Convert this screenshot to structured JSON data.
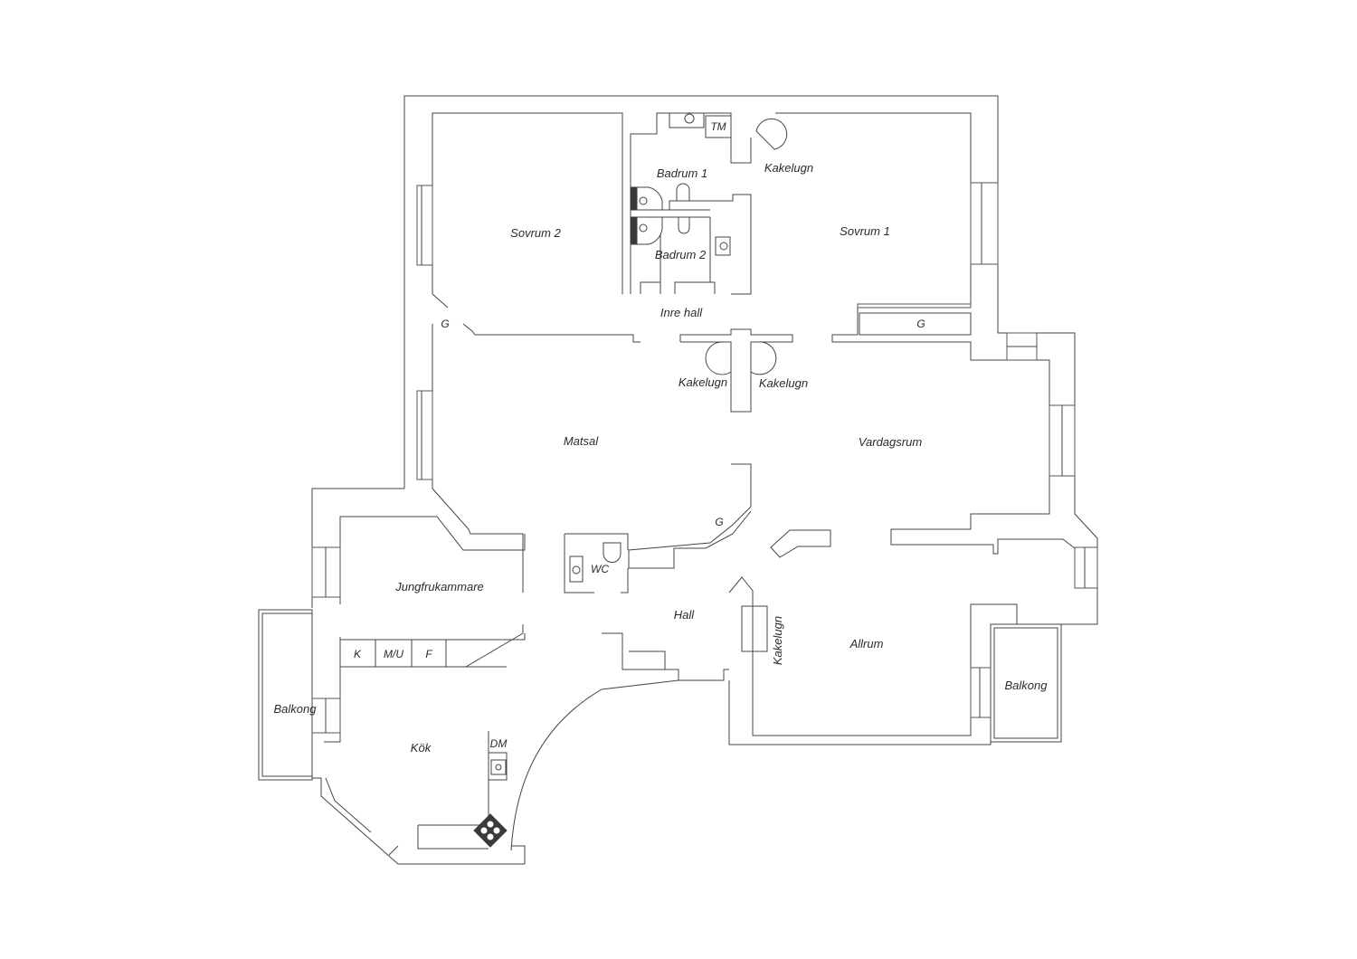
{
  "rooms": {
    "sovrum2": "Sovrum 2",
    "sovrum1": "Sovrum 1",
    "badrum1": "Badrum 1",
    "badrum2": "Badrum 2",
    "tm": "TM",
    "inre_hall": "Inre hall",
    "matsal": "Matsal",
    "vardagsrum": "Vardagsrum",
    "jungfrukammare": "Jungfrukammare",
    "wc": "WC",
    "hall": "Hall",
    "allrum": "Allrum",
    "kok": "Kök",
    "balkong_left": "Balkong",
    "balkong_right": "Balkong"
  },
  "fixtures": {
    "kakelugn_top": "Kakelugn",
    "kakelugn_left": "Kakelugn",
    "kakelugn_right": "Kakelugn",
    "kakelugn_allrum": "Kakelugn",
    "g_sovrum2": "G",
    "g_sovrum1": "G",
    "g_matsal": "G",
    "k": "K",
    "mu": "M/U",
    "f": "F",
    "dm": "DM"
  }
}
